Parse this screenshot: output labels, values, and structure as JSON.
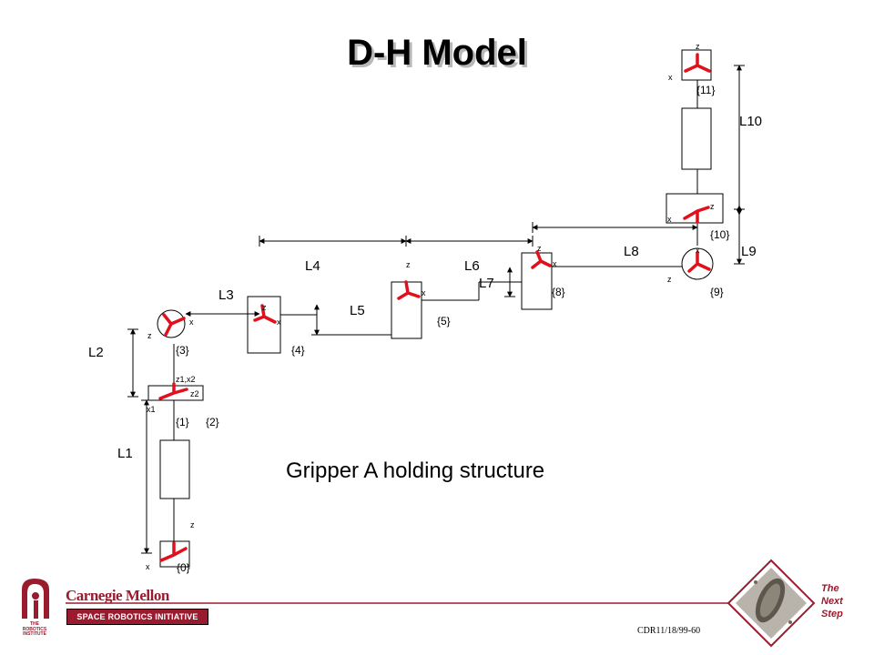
{
  "slide": {
    "title": "D-H Model",
    "caption": "Gripper A holding structure",
    "footer": {
      "organization": "Carnegie Mellon",
      "institute_line1": "THE",
      "institute_line2": "ROBOTICS",
      "institute_line3": "INSTITUTE",
      "banner": "SPACE ROBOTICS INITIATIVE",
      "doc_code": "CDR11/18/99-60",
      "tagline": [
        "The",
        "Next",
        "Step"
      ]
    }
  },
  "diagram": {
    "frames": [
      "{0}",
      "{1}",
      "{2}",
      "{3}",
      "{4}",
      "{5}",
      "{8}",
      "{9}",
      "{10}",
      "{11}"
    ],
    "links": [
      "L1",
      "L2",
      "L3",
      "L4",
      "L5",
      "L6",
      "L7",
      "L8",
      "L9",
      "L10"
    ],
    "axes": {
      "z": "z",
      "x": "x",
      "z1x2": "z1,x2",
      "z2": "z2",
      "x1": "x1"
    }
  },
  "colors": {
    "axis_red": "#e0101c",
    "brand": "#9a1b2e",
    "line": "#000000"
  }
}
